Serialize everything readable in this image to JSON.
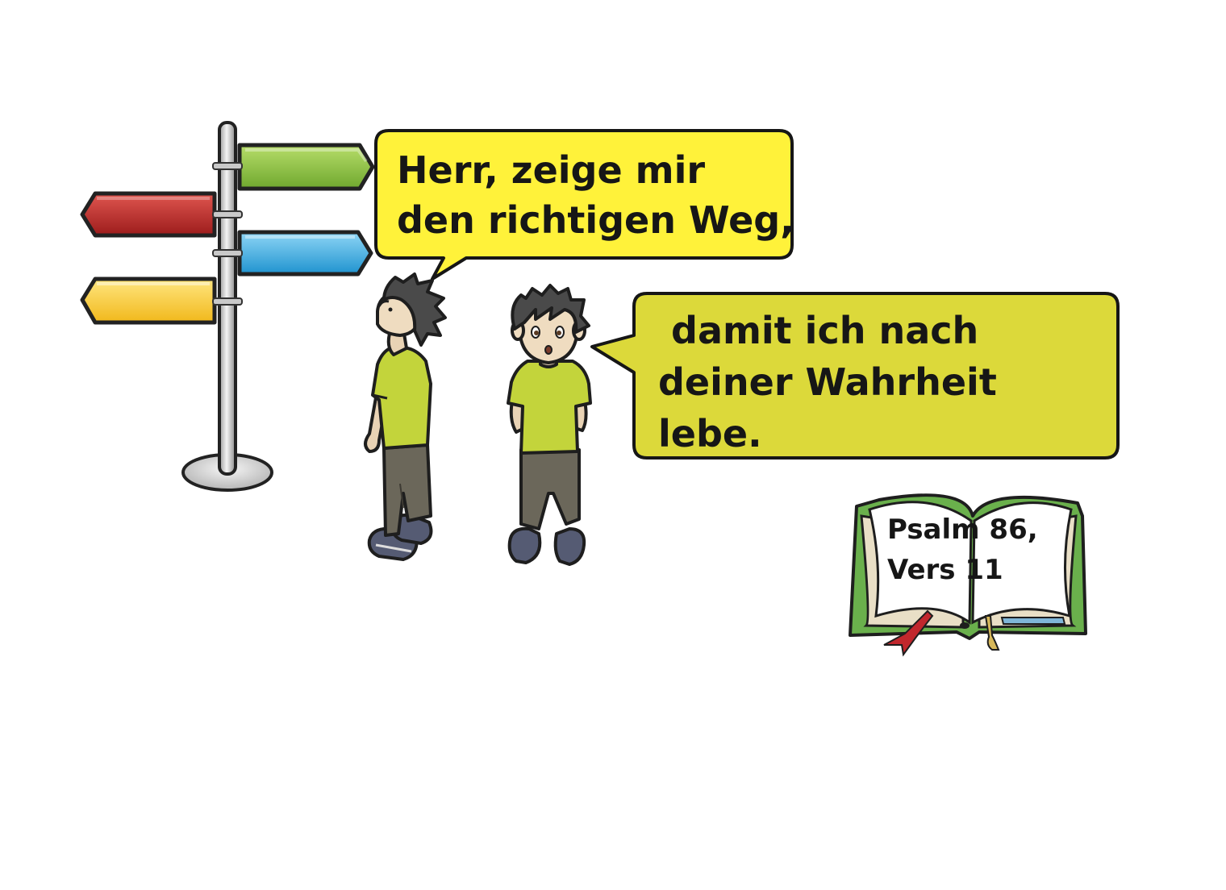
{
  "speech_bubble_1": {
    "lines": [
      "Herr, zeige mir",
      "den richtigen Weg,"
    ],
    "fill": "#fff23a"
  },
  "speech_bubble_2": {
    "lines": [
      " damit ich nach",
      "deiner Wahrheit",
      "lebe."
    ],
    "fill": "#dcd93a"
  },
  "bible_reference": {
    "lines": [
      "Psalm 86,",
      "Vers 11"
    ]
  },
  "signpost": {
    "sign_colors": [
      "#8dc63f",
      "#c1272d",
      "#29abe2",
      "#fbd12d"
    ]
  },
  "colors": {
    "shirt": "#c3d43b",
    "pants": "#6b675a",
    "hair": "#4a4a4a",
    "book_cover": "#6ab04c",
    "bookmark": "#c1272d"
  }
}
